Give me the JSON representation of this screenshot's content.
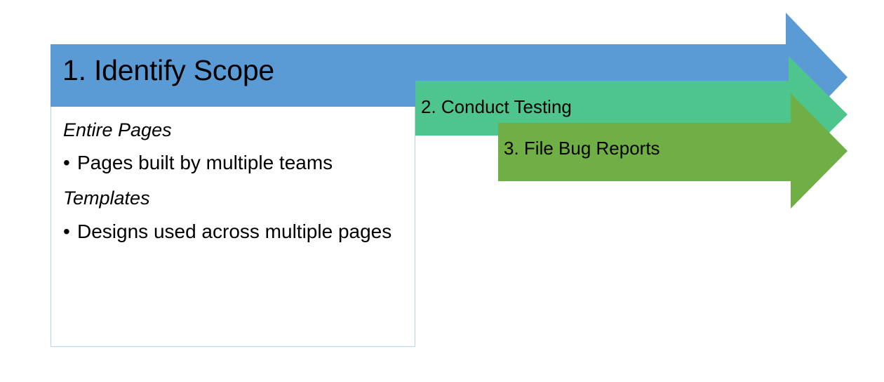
{
  "diagram": {
    "type": "process-chevron-arrows",
    "title_accent_colors": {
      "step1_blue": "#5B9BD5",
      "step2_teal": "#4EC58C",
      "step3_green": "#6FAF46",
      "card_border": "#B4D2EC",
      "text": "#000000",
      "background": "#FFFFFF"
    },
    "steps": [
      {
        "number": "1",
        "label": "1. Identify Scope",
        "color": "#5B9BD5",
        "shape": "arrow",
        "detail_card": {
          "sections": [
            {
              "heading": "Entire Pages",
              "bullets": [
                "Pages built by multiple teams"
              ]
            },
            {
              "heading": "Templates",
              "bullets": [
                "Designs used across multiple pages"
              ]
            }
          ]
        }
      },
      {
        "number": "2",
        "label": "2. Conduct Testing",
        "color": "#4EC58C",
        "shape": "arrow",
        "detail_card": null
      },
      {
        "number": "3",
        "label": "3. File Bug Reports",
        "color": "#6FAF46",
        "shape": "arrow",
        "detail_card": null
      }
    ]
  },
  "step1": {
    "title": "1. Identify Scope",
    "section1_heading": "Entire Pages",
    "section1_bullet1": "Pages built by multiple teams",
    "section2_heading": "Templates",
    "section2_bullet1": "Designs used across multiple pages",
    "bullet_glyph": "•"
  },
  "step2": {
    "label": "2. Conduct Testing"
  },
  "step3": {
    "label": "3. File Bug Reports"
  }
}
